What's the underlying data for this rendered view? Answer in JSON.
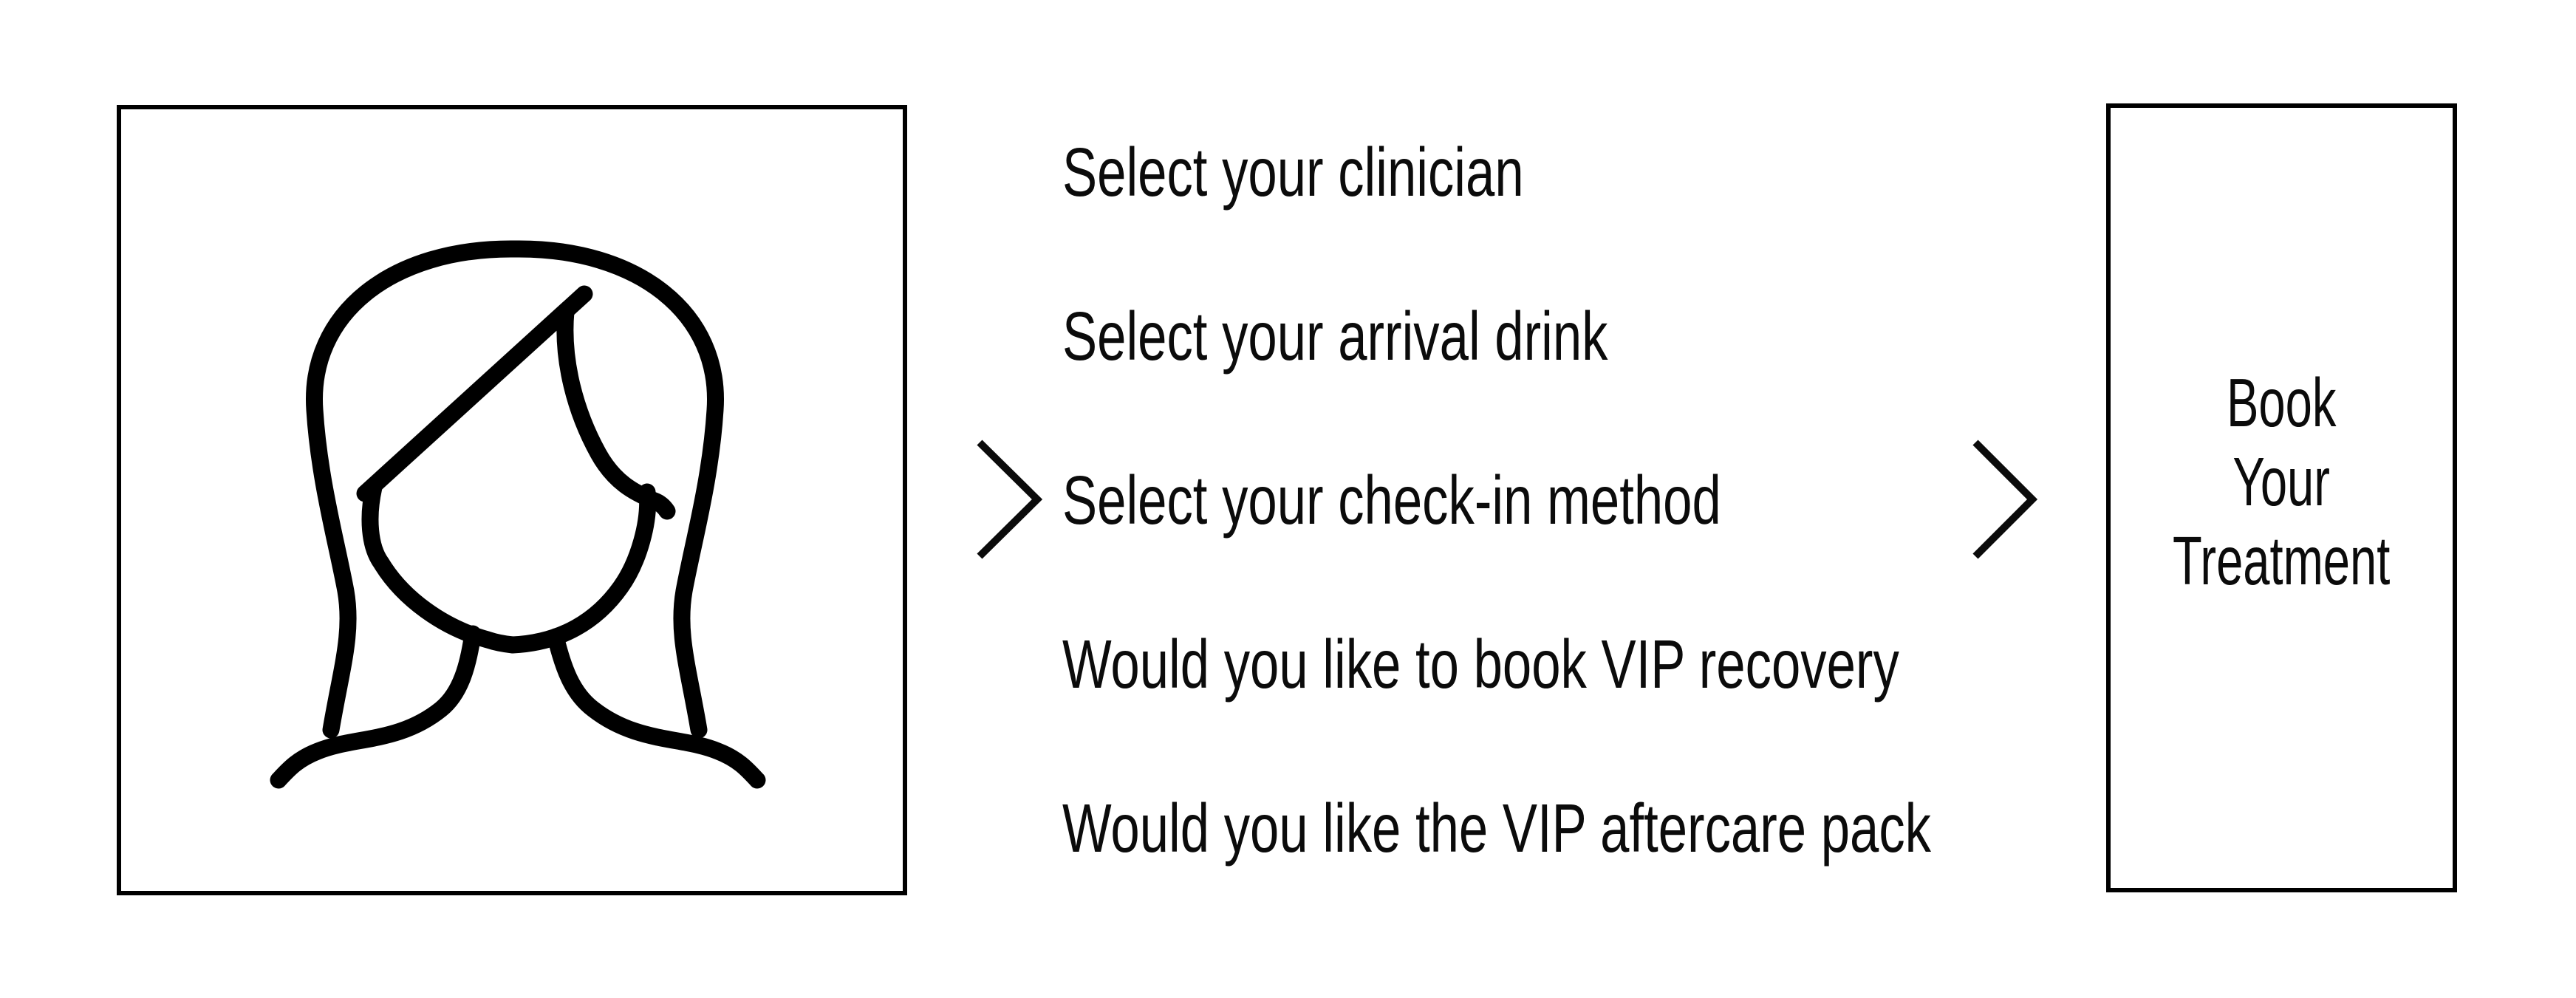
{
  "diagram": {
    "title": "booking-flow",
    "patient_box": {
      "icon": "woman-face"
    },
    "steps": [
      "Select your clinician",
      "Select your arrival drink",
      "Select your check-in method",
      "Would you like to book VIP recovery",
      "Would you like the VIP aftercare pack"
    ],
    "result_box": {
      "line1": "Book",
      "line2": "Your",
      "line3": "Treatment"
    },
    "colors": {
      "ink": "#0b0b0b",
      "border": "#000000",
      "background": "#ffffff"
    }
  }
}
